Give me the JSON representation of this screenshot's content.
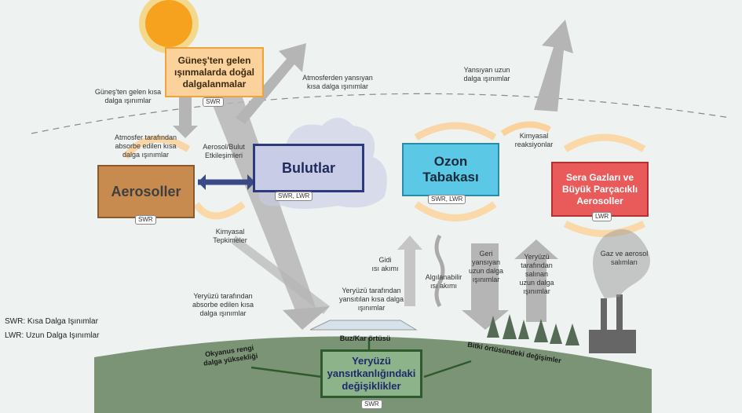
{
  "colors": {
    "background": "#eef3f1",
    "sun": "#f6a21e",
    "ground": "#7b9476",
    "arrow_gray": "#b5b5b5",
    "cycle_orange": "#fbd29b",
    "aerosol_box": "#c78a4f",
    "cloud_box": "#c9cce6",
    "ozone_box": "#5bc8e6",
    "greenhouse_box": "#e95b5b",
    "surface_box": "#8db38a"
  },
  "boxes": {
    "sun_radiation": {
      "text": "Güneş'ten gelen\nışınmalarda doğal\ndalgalanmalar",
      "tag": "SWR"
    },
    "aerosols": {
      "text": "Aerosoller",
      "tag": "SWR"
    },
    "clouds": {
      "text": "Bulutlar",
      "tag": "SWR, LWR"
    },
    "ozone": {
      "text": "Ozon\nTabakası",
      "tag": "SWR, LWR"
    },
    "greenhouse": {
      "text": "Sera Gazları ve\nBüyük Parçacıklı\nAerosoller",
      "tag": "LWR"
    },
    "surface_albedo": {
      "text": "Yeryüzü\nyansıtkanlığındaki\ndeğişiklikler",
      "tag": "SWR"
    }
  },
  "labels": {
    "incoming_sw": "Güneş'ten gelen kısa\ndalga ışınımlar",
    "atmo_reflected_sw": "Atmosferden yansıyan\nkısa dalga ışınımlar",
    "reflected_lw": "Yansıyan uzun\ndalga ışınımlar",
    "atmo_absorbed_sw": "Atmosfer tarafından\nabsorbe edilen kısa\ndalga ışınımlar",
    "aerosol_cloud": "Aerosol/Bulut\nEtkileşimleri",
    "chem_reactions": "Kimyasal\nreaksiyonlar",
    "chem_processes": "Kimyasal\nTepkimeler",
    "sensible_heat": "Gidi\nısı akımı",
    "latent_heat": "Algılanabilir\nısı akımı",
    "back_lw": "Geri\nyansıyan\nuzun dalga\nışınımlar",
    "surface_emitted_lw": "Yeryüzü\ntarafından\nsalınan\nuzun dalga\nışınımlar",
    "gas_aerosol": "Gaz ve aerosol\nsalımları",
    "surface_absorbed_sw": "Yeryüzü tarafından\nabsorbe edilen kısa\ndalga ışınımlar",
    "surface_reflected_sw": "Yeryüzü tarafından\nyansıtılan kısa dalga\nışınımlar",
    "ice_snow": "Buz/Kar örtüsü",
    "ocean_color": "Okyanus rengi\ndalga yüksekliği",
    "vegetation": "Bitki örtüsündeki değişimler"
  },
  "legend": {
    "swr": "SWR: Kısa Dalga Işınımlar",
    "lwr": "LWR: Uzun Dalga Işınımlar"
  }
}
